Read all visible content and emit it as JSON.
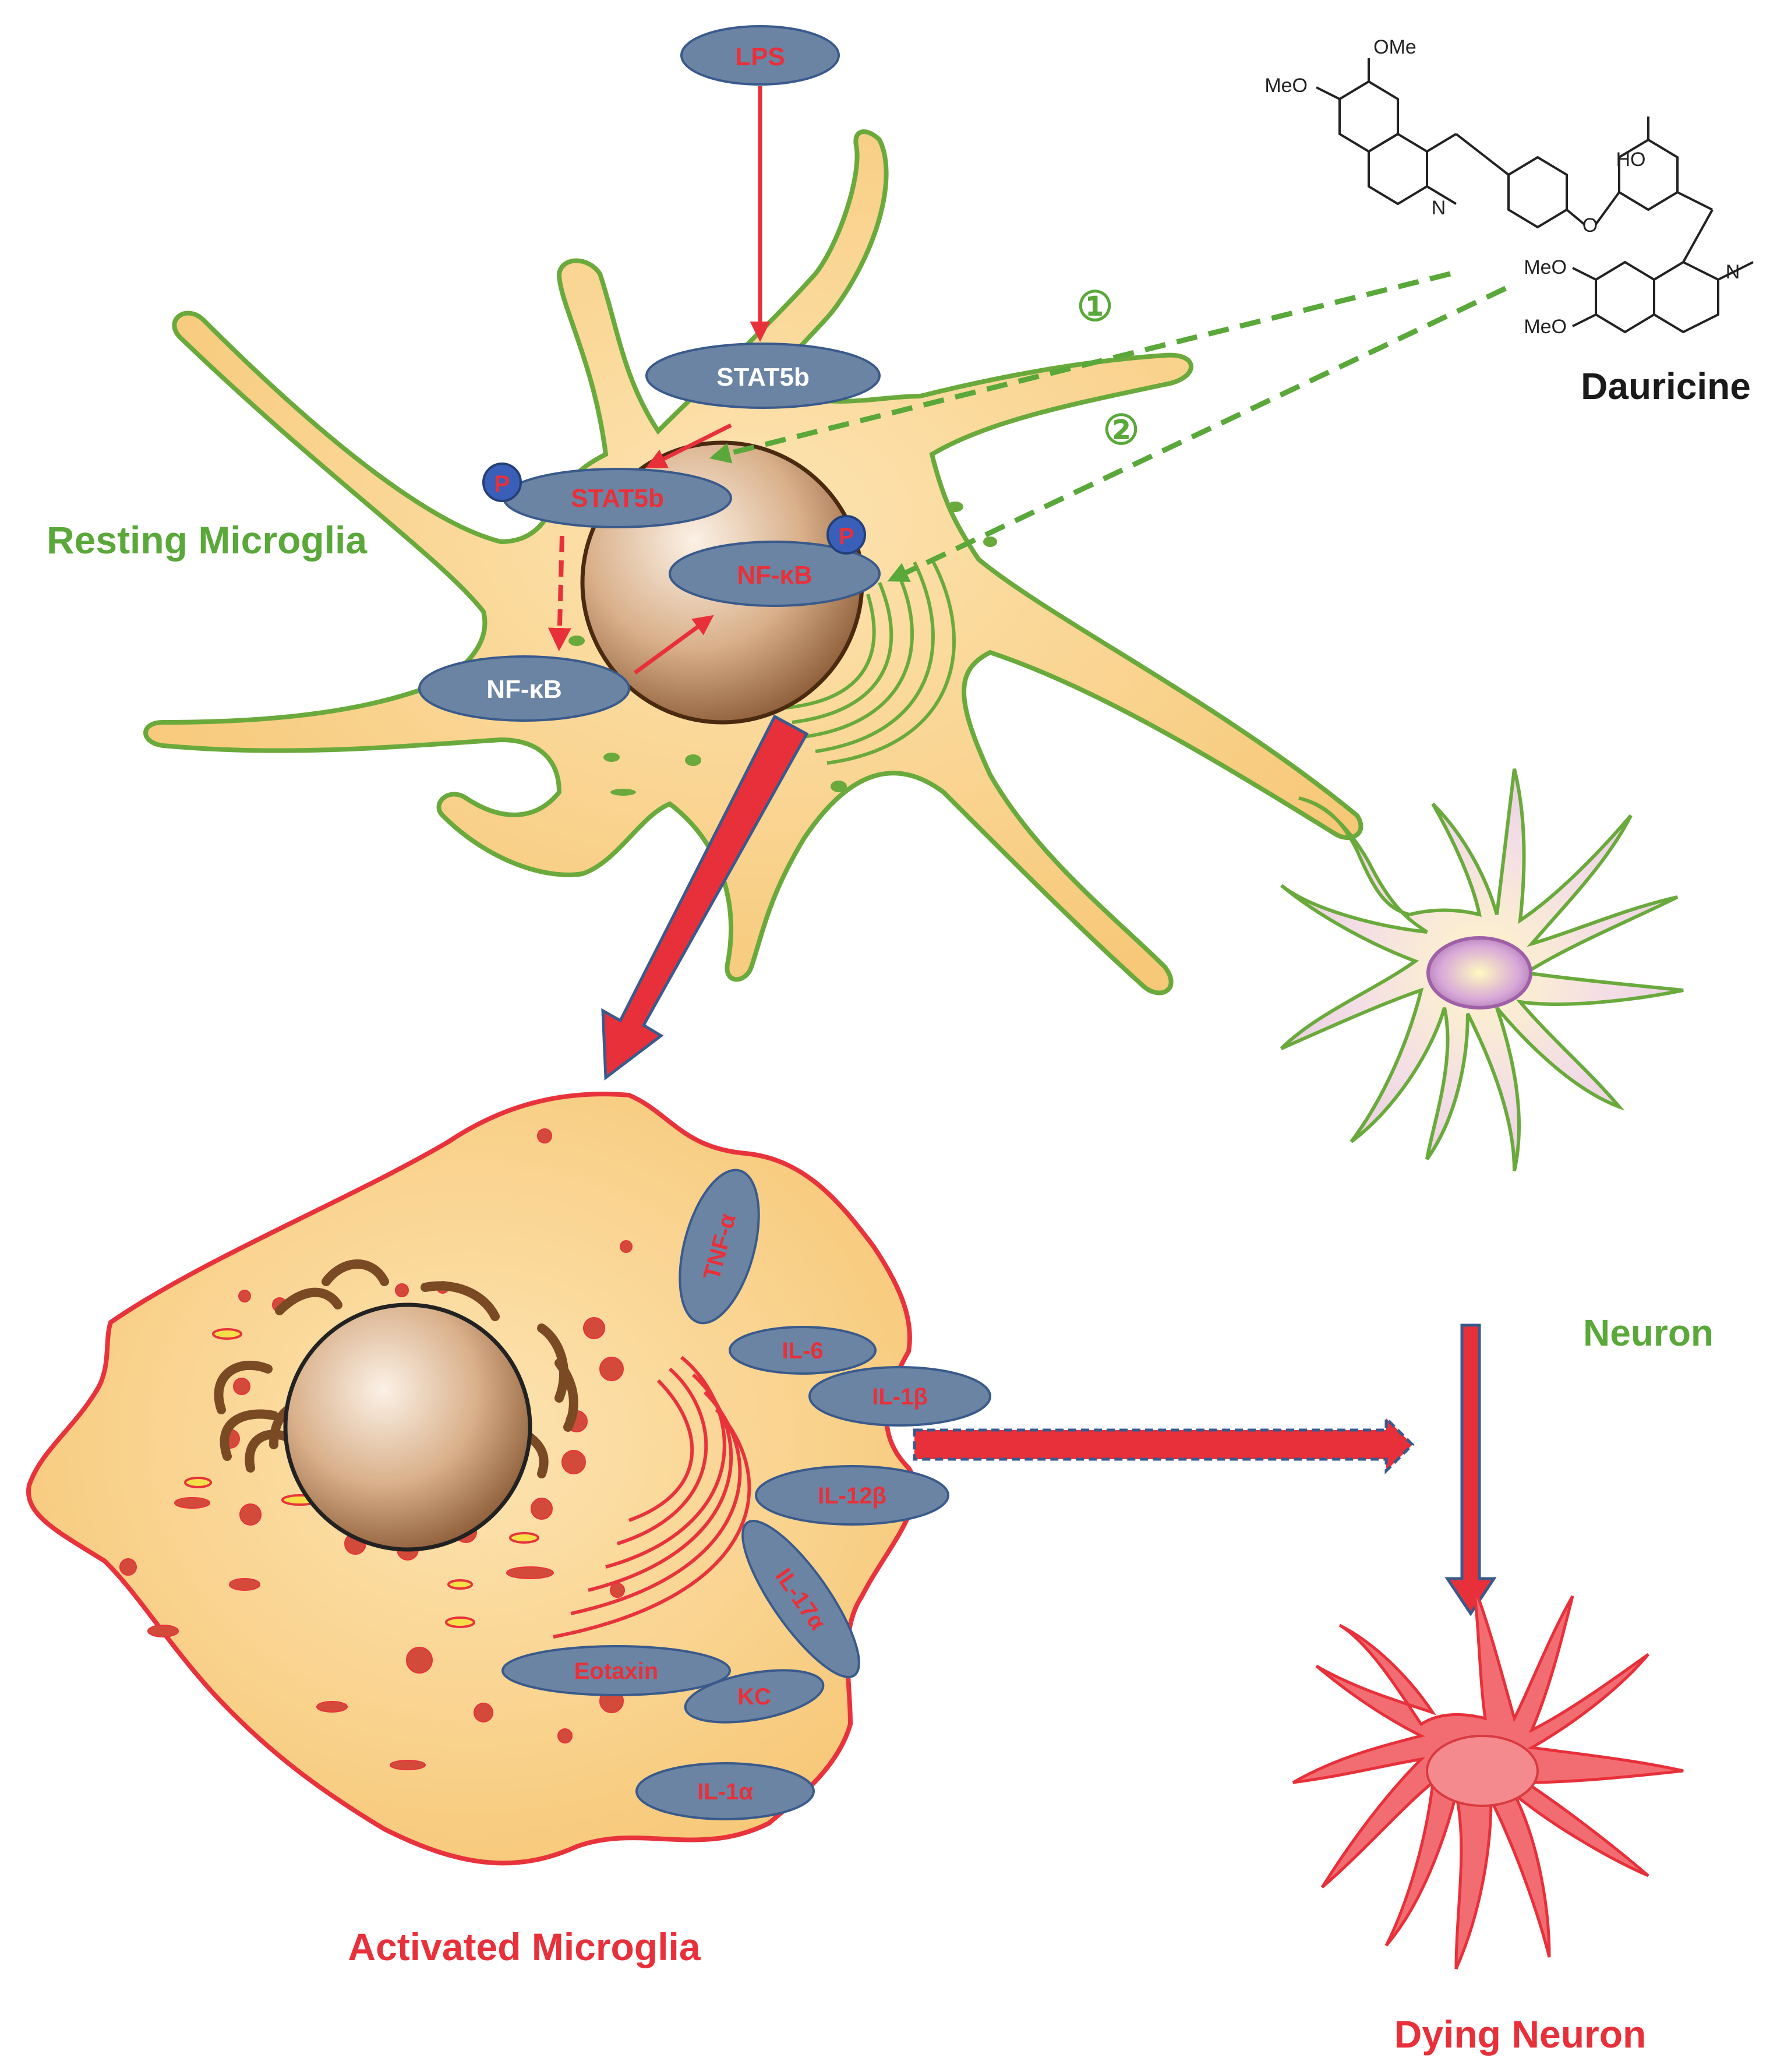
{
  "colors": {
    "resting_text": "#5aa83a",
    "activated_text": "#e8303a",
    "cell_fill": "#f9d08b",
    "cell_outline_green": "#6aaa3c",
    "cell_outline_red": "#e8333c",
    "oval_fill": "#6b84a3",
    "oval_stroke": "#3a5a8c",
    "white_label": "#ffffff",
    "red_label": "#e8303a",
    "green_dash": "#5aa83a",
    "dying_neuron": "#f26d72",
    "neuron_fill": "#f1dfe6"
  },
  "labels": {
    "lps": "LPS",
    "stat5b_membrane": "STAT5b",
    "stat5b_p": "STAT5b",
    "nfkb_cyto": "NF-κB",
    "nfkb_nuclear": "NF-κB",
    "p1": "P",
    "p2": "P",
    "resting": "Resting Microglia",
    "activated": "Activated Microglia",
    "neuron": "Neuron",
    "dying_neuron": "Dying Neuron",
    "step1": "①",
    "step2": "②"
  },
  "molecule": {
    "name": "Dauricine",
    "ome": "OMe",
    "meo1": "MeO",
    "ho": "HO",
    "o": "O",
    "n1": "N",
    "meo2": "MeO",
    "meo3": "MeO",
    "n2": "N"
  },
  "cytokines": [
    "TNF-α",
    "IL-6",
    "IL-1β",
    "IL-12β",
    "IL-17α",
    "Eotaxin",
    "KC",
    "IL-1α"
  ]
}
